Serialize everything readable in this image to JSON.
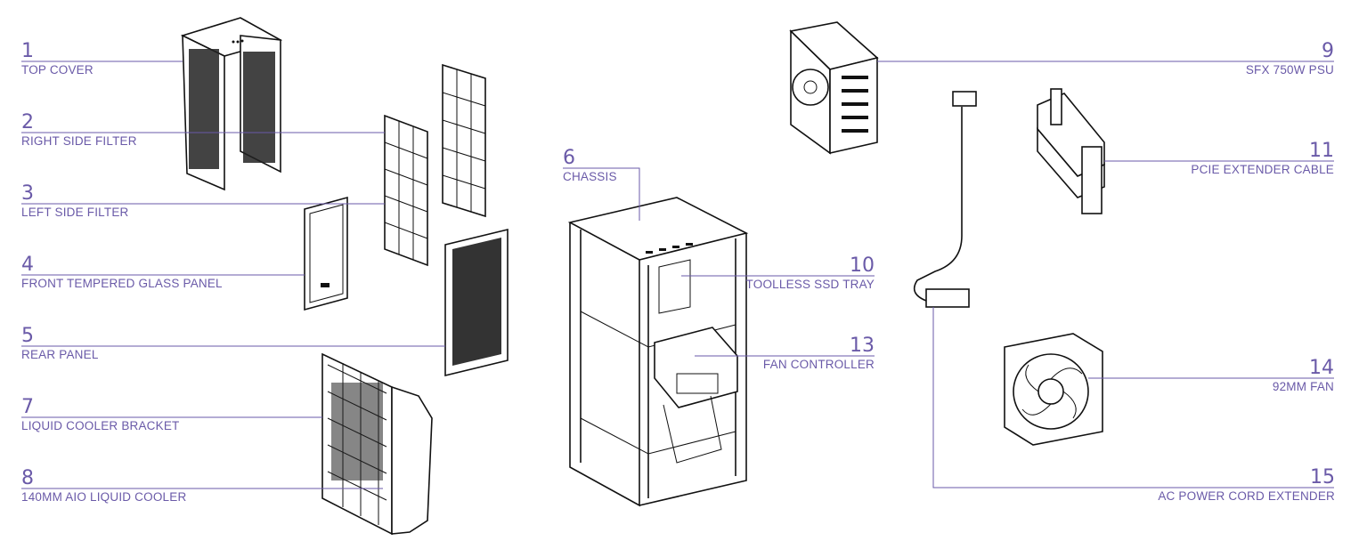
{
  "diagram": {
    "callouts": [
      {
        "id": "1",
        "number": "1",
        "label": "TOP COVER"
      },
      {
        "id": "2",
        "number": "2",
        "label": "RIGHT SIDE FILTER"
      },
      {
        "id": "3",
        "number": "3",
        "label": "LEFT SIDE FILTER"
      },
      {
        "id": "4",
        "number": "4",
        "label": "FRONT TEMPERED GLASS PANEL"
      },
      {
        "id": "5",
        "number": "5",
        "label": "REAR PANEL"
      },
      {
        "id": "6",
        "number": "6",
        "label": "CHASSIS"
      },
      {
        "id": "7",
        "number": "7",
        "label": "LIQUID COOLER BRACKET"
      },
      {
        "id": "8",
        "number": "8",
        "label": "140MM AIO LIQUID COOLER"
      },
      {
        "id": "9",
        "number": "9",
        "label": "SFX 750W PSU"
      },
      {
        "id": "10",
        "number": "10",
        "label": "TOOLLESS SSD TRAY"
      },
      {
        "id": "11",
        "number": "11",
        "label": "PCIE EXTENDER CABLE"
      },
      {
        "id": "13",
        "number": "13",
        "label": "FAN CONTROLLER"
      },
      {
        "id": "14",
        "number": "14",
        "label": "92MM FAN"
      },
      {
        "id": "15",
        "number": "15",
        "label": "AC POWER CORD EXTENDER"
      }
    ],
    "accent_color": "#6a5aa8",
    "line_color": "#111111"
  }
}
